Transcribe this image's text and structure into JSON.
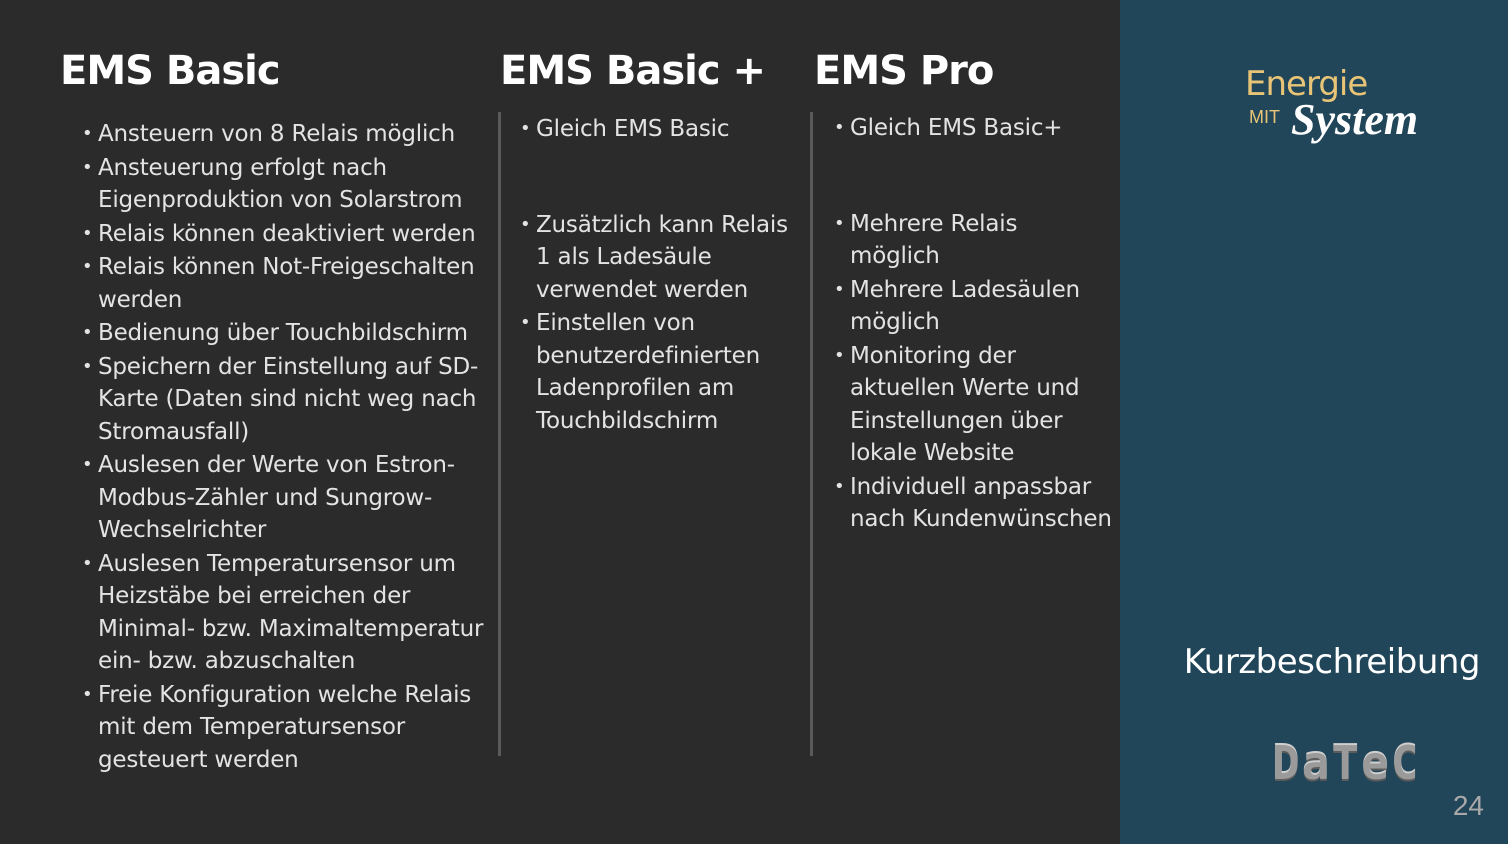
{
  "columns": [
    {
      "title": "EMS Basic",
      "items": [
        "Ansteuern von 8 Relais möglich",
        "Ansteuerung erfolgt nach Eigenproduktion von Solarstrom",
        "Relais können deaktiviert werden",
        "Relais können Not-Freigeschalten werden",
        "Bedienung über Touchbildschirm",
        "Speichern der Einstellung auf SD-Karte (Daten sind nicht weg nach Stromausfall)",
        "Auslesen der Werte von Estron-Modbus-Zähler und Sungrow-Wechselrichter",
        "Auslesen Temperatursensor um Heizstäbe bei erreichen der Minimal- bzw. Maximaltemperatur ein- bzw. abzuschalten",
        "Freie Konfiguration welche Relais mit dem Temperatursensor gesteuert werden"
      ]
    },
    {
      "title": "EMS Basic +",
      "items": [
        "Gleich EMS Basic",
        "Zusätzlich kann Relais 1 als Ladesäule verwendet werden",
        "Einstellen von benutzerdefinierten Ladenprofilen am Touchbildschirm"
      ]
    },
    {
      "title": "EMS Pro",
      "items": [
        "Gleich EMS Basic+",
        "Mehrere Relais möglich",
        "Mehrere Ladesäulen möglich",
        "Monitoring der aktuellen Werte und Einstellungen über lokale Website",
        "Individuell anpassbar nach Kundenwünschen"
      ]
    }
  ],
  "logo": {
    "energie": "Energie",
    "mit": "MIT",
    "system": "System"
  },
  "sidebar": {
    "subtitle": "Kurzbeschreibung",
    "brand": "DaTeC",
    "page_number": "24"
  },
  "colors": {
    "background": "#2b2b2b",
    "sidebar": "#214559",
    "accent_gold": "#e8c476",
    "divider": "#5a5a5a"
  }
}
